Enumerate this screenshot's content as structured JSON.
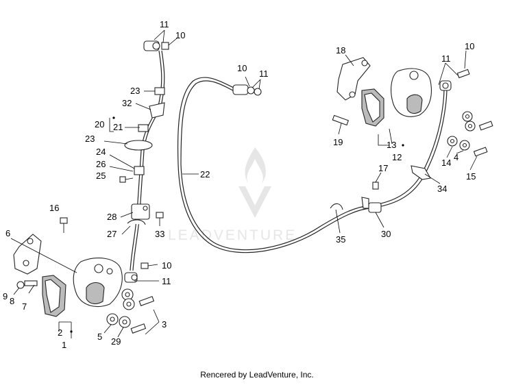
{
  "watermark": {
    "brand": "LEADVENTURE"
  },
  "footer": {
    "text": "Rencered by LeadVenture, Inc."
  },
  "callouts": {
    "c11a": "11",
    "c10a": "10",
    "c23a": "23",
    "c32": "32",
    "c20": "20",
    "c21": "21",
    "c23b": "23",
    "c24": "24",
    "c26": "26",
    "c25": "25",
    "c16": "16",
    "c28": "28",
    "c33": "33",
    "c27": "27",
    "c6": "6",
    "c10b": "10",
    "c11b": "11",
    "c9": "9",
    "c8": "8",
    "c7": "7",
    "c3": "3",
    "c5": "5",
    "c29": "29",
    "c2": "2",
    "c1": "1",
    "c10c": "10",
    "c11c": "11",
    "c22": "22",
    "c18": "18",
    "c11d": "11",
    "c10d": "10",
    "c19": "19",
    "c13": "13",
    "c12": "12",
    "c14": "14",
    "c4": "4",
    "c15": "15",
    "c17": "17",
    "c34": "34",
    "c35": "35",
    "c30": "30"
  }
}
